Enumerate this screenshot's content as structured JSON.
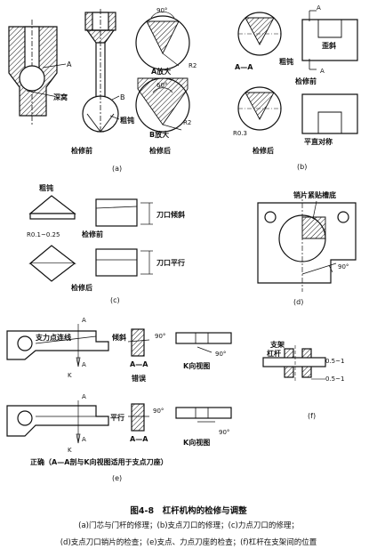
{
  "panel_a": {
    "label": "(a)",
    "labels": {
      "A": "A",
      "B": "B",
      "deep_socket": "深窝",
      "blunt": "粗钝",
      "angle": "90°",
      "a_zoom": "A放大",
      "r2_top": "R2",
      "angle60": "60°",
      "b_zoom": "B放大",
      "r2_bottom": "R2"
    },
    "before": "检修前",
    "after": "检修后"
  },
  "panel_b": {
    "label": "(b)",
    "labels": {
      "a_top": "A",
      "a_bottom": "A",
      "section": "A—A",
      "blunt": "粗钝",
      "tilt": "歪斜",
      "radius": "R0.3",
      "flat_sym": "平直对称"
    },
    "before": "检修前",
    "after": "检修后"
  },
  "panel_c": {
    "label": "(c)",
    "labels": {
      "blunt": "粗钝",
      "radius": "R0.1~0.25",
      "edge_tilt": "刀口倾斜",
      "edge_parallel": "刀口平行"
    },
    "before": "检修前",
    "after": "检修后"
  },
  "panel_d": {
    "label": "(d)",
    "labels": {
      "pin_fit": "销片紧贴槽底",
      "angle": "90°"
    }
  },
  "panel_e": {
    "label": "(e)",
    "labels": {
      "a1": "A",
      "a2": "A",
      "a3": "A",
      "a4": "A",
      "knife_line": "支力点连线",
      "tilt": "倾斜",
      "ang1": "90°",
      "ang2": "90°",
      "section1": "A—A",
      "k1": "K",
      "k_view1": "K向视图",
      "wrong": "错误",
      "parallel": "平行",
      "ang3": "90°",
      "ang4": "90°",
      "section2": "A—A",
      "k2": "K",
      "k_view2": "K向视图",
      "correct": "正确（A—A剖与K向视图适用于支点刀座）"
    }
  },
  "panel_f": {
    "label": "(f)",
    "labels": {
      "bracket": "支架",
      "lever": "杠杆",
      "gap1": "0.5~1",
      "gap2": "0.5~1"
    }
  },
  "caption": {
    "title": "图4-8　杠杆机构的检修与调整",
    "line1": "(a)门芯与门杆的修理；(b)支点刀口的修理；(c)力点刀口的修理；",
    "line2": "(d)支点刀口销片的检查；(e)支点、力点刀座的检查；(f)杠杆在支架间的位置"
  }
}
